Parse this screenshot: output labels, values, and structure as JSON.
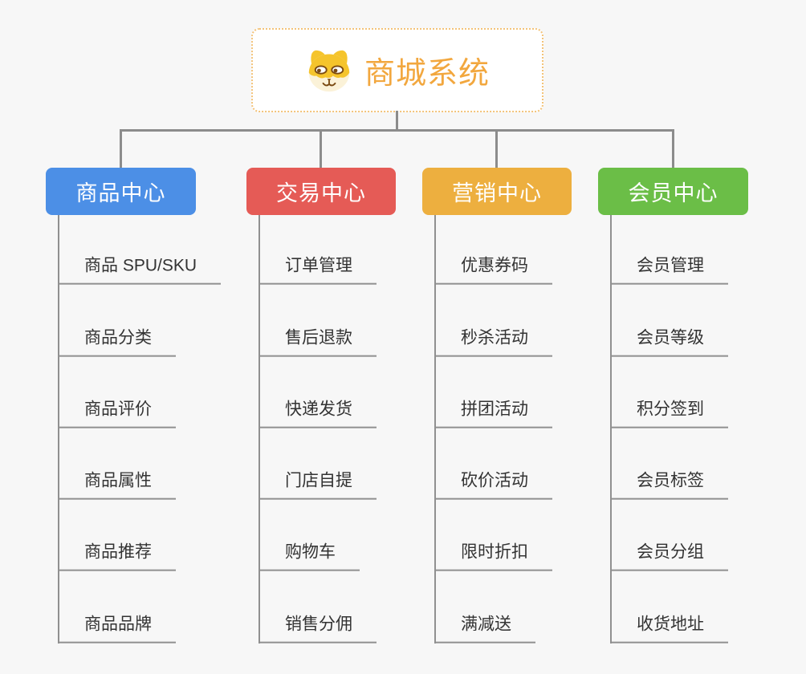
{
  "root": {
    "title": "商城系统",
    "icon": "dog-face-icon",
    "accent_color": "#f2a73e",
    "border_color": "#f3c379"
  },
  "connector_color": "#8c8c8c",
  "leaf_text_color": "#333333",
  "branches": [
    {
      "label": "商品中心",
      "color": "#4c8fe6",
      "children": [
        "商品 SPU/SKU",
        "商品分类",
        "商品评价",
        "商品属性",
        "商品推荐",
        "商品品牌"
      ]
    },
    {
      "label": "交易中心",
      "color": "#e55b56",
      "children": [
        "订单管理",
        "售后退款",
        "快递发货",
        "门店自提",
        "购物车",
        "销售分佣"
      ]
    },
    {
      "label": "营销中心",
      "color": "#edaf3f",
      "children": [
        "优惠券码",
        "秒杀活动",
        "拼团活动",
        "砍价活动",
        "限时折扣",
        "满减送"
      ]
    },
    {
      "label": "会员中心",
      "color": "#6bbe47",
      "children": [
        "会员管理",
        "会员等级",
        "积分签到",
        "会员标签",
        "会员分组",
        "收货地址"
      ]
    }
  ]
}
